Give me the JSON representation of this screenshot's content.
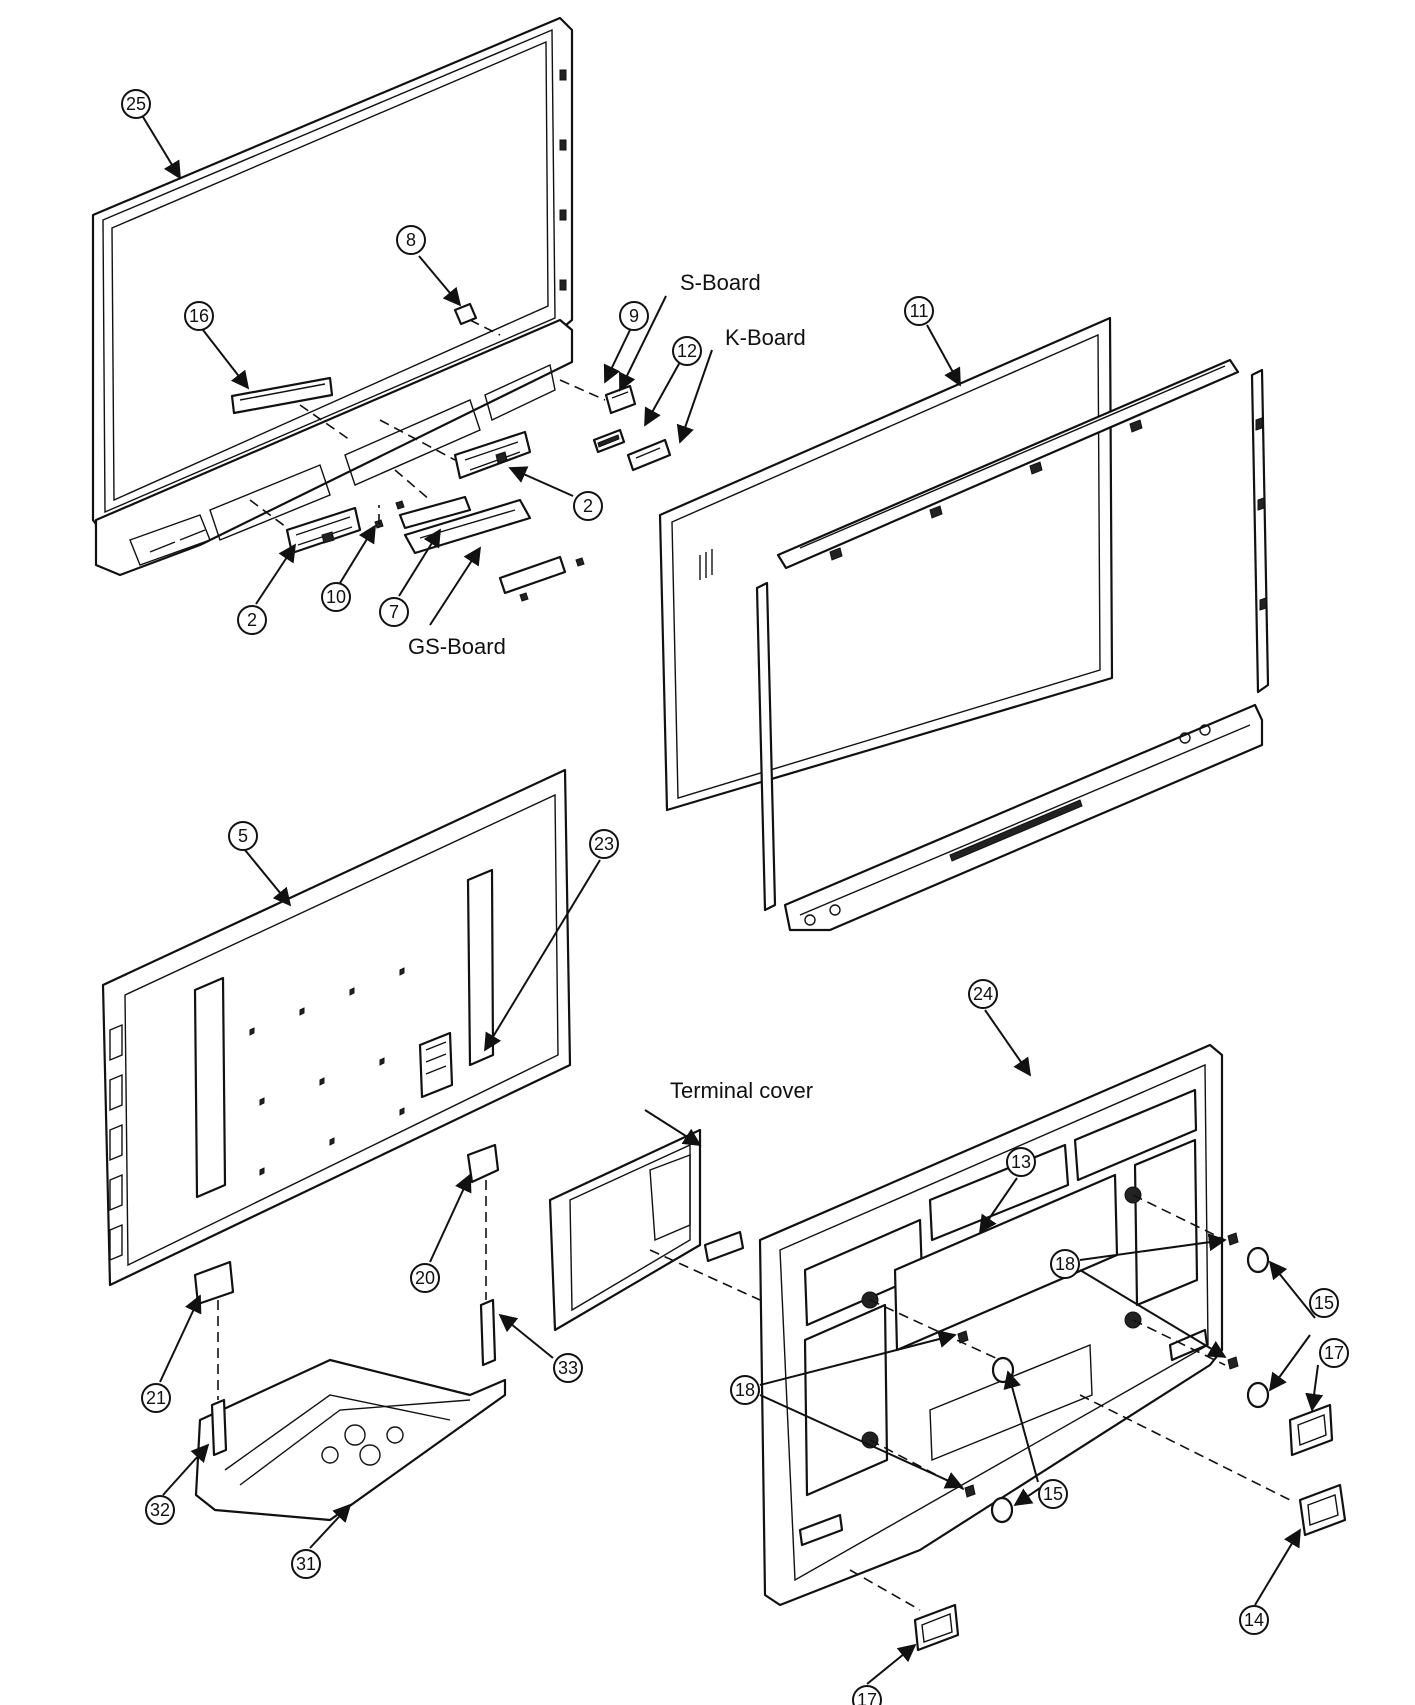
{
  "labels": {
    "s_board": "S-Board",
    "k_board": "K-Board",
    "gs_board": "GS-Board",
    "terminal_cover": "Terminal cover"
  },
  "callouts": [
    {
      "id": "c25",
      "text": "25"
    },
    {
      "id": "c8",
      "text": "8"
    },
    {
      "id": "c16",
      "text": "16"
    },
    {
      "id": "c9",
      "text": "9"
    },
    {
      "id": "c12",
      "text": "12"
    },
    {
      "id": "c11",
      "text": "11"
    },
    {
      "id": "c2a",
      "text": "2"
    },
    {
      "id": "c2b",
      "text": "2"
    },
    {
      "id": "c10",
      "text": "10"
    },
    {
      "id": "c7",
      "text": "7"
    },
    {
      "id": "c5",
      "text": "5"
    },
    {
      "id": "c23",
      "text": "23"
    },
    {
      "id": "c24",
      "text": "24"
    },
    {
      "id": "c13",
      "text": "13"
    },
    {
      "id": "c20",
      "text": "20"
    },
    {
      "id": "c21",
      "text": "21"
    },
    {
      "id": "c33",
      "text": "33"
    },
    {
      "id": "c32",
      "text": "32"
    },
    {
      "id": "c31",
      "text": "31"
    },
    {
      "id": "c18a",
      "text": "18"
    },
    {
      "id": "c18b",
      "text": "18"
    },
    {
      "id": "c15a",
      "text": "15"
    },
    {
      "id": "c15b",
      "text": "15"
    },
    {
      "id": "c17a",
      "text": "17"
    },
    {
      "id": "c17b",
      "text": "17"
    },
    {
      "id": "c14",
      "text": "14"
    }
  ]
}
